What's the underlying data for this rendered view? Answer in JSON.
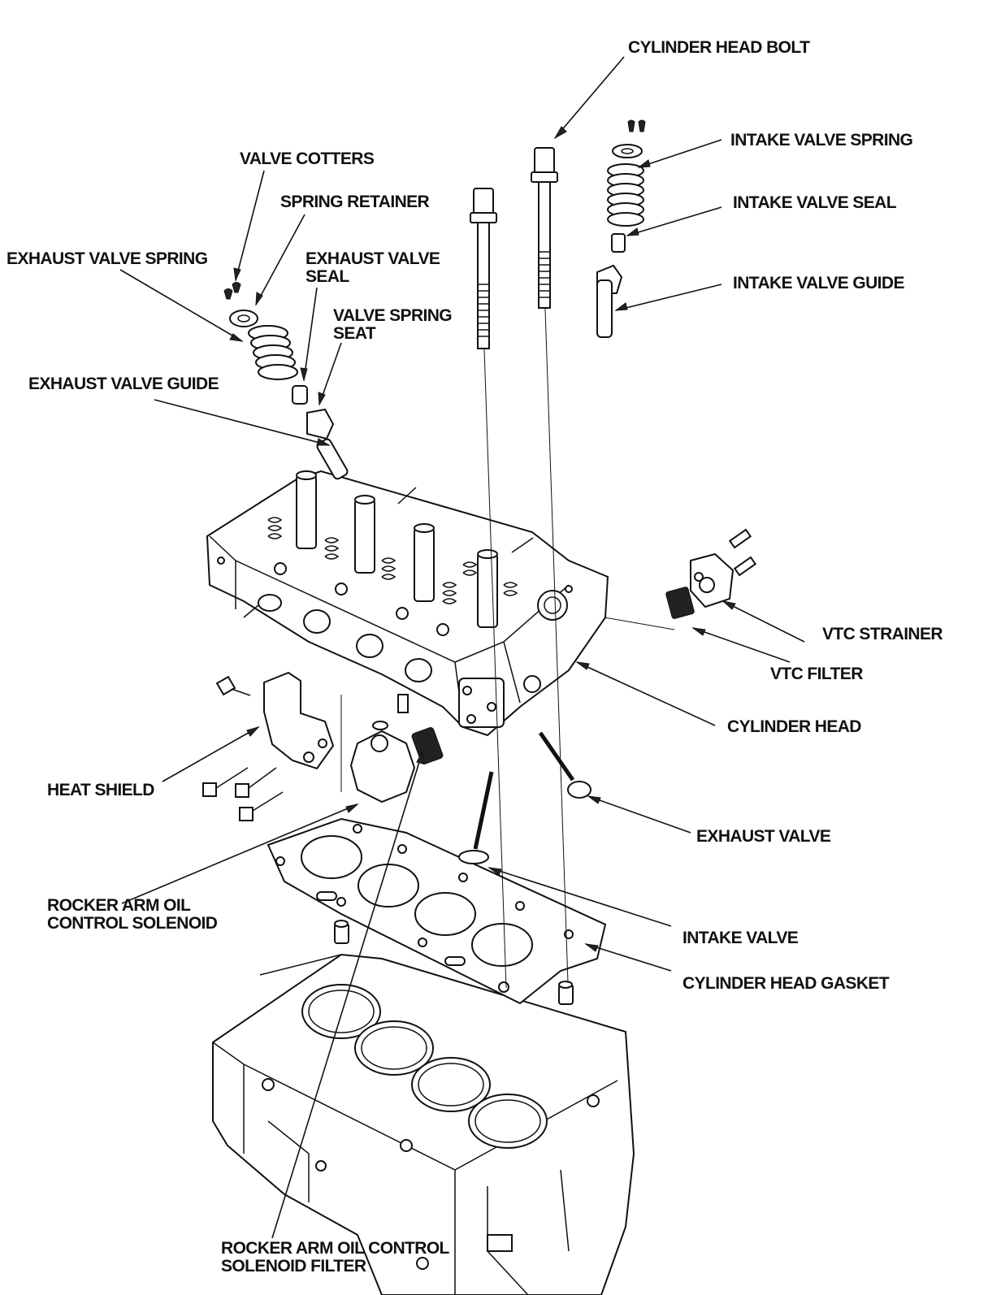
{
  "diagram": {
    "colors": {
      "ink": "#111111",
      "paper": "#ffffff"
    },
    "labels": {
      "cylinder_head_bolt": "CYLINDER HEAD BOLT",
      "intake_valve_spring": "INTAKE VALVE SPRING",
      "intake_valve_seal": "INTAKE VALVE SEAL",
      "intake_valve_guide": "INTAKE VALVE GUIDE",
      "valve_cotters": "VALVE COTTERS",
      "spring_retainer": "SPRING RETAINER",
      "exhaust_valve_spring": "EXHAUST VALVE SPRING",
      "exhaust_valve_seal_1": "EXHAUST VALVE",
      "exhaust_valve_seal_2": "SEAL",
      "valve_spring_seat_1": "VALVE SPRING",
      "valve_spring_seat_2": "SEAT",
      "exhaust_valve_guide": "EXHAUST VALVE GUIDE",
      "vtc_strainer": "VTC STRAINER",
      "vtc_filter": "VTC FILTER",
      "cylinder_head": "CYLINDER HEAD",
      "heat_shield": "HEAT SHIELD",
      "exhaust_valve": "EXHAUST VALVE",
      "rocker_arm_oil_control_solenoid_1": "ROCKER ARM OIL",
      "rocker_arm_oil_control_solenoid_2": "CONTROL SOLENOID",
      "intake_valve": "INTAKE VALVE",
      "cylinder_head_gasket": "CYLINDER HEAD GASKET",
      "solenoid_filter_1": "ROCKER ARM OIL CONTROL",
      "solenoid_filter_2": "SOLENOID FILTER"
    }
  }
}
